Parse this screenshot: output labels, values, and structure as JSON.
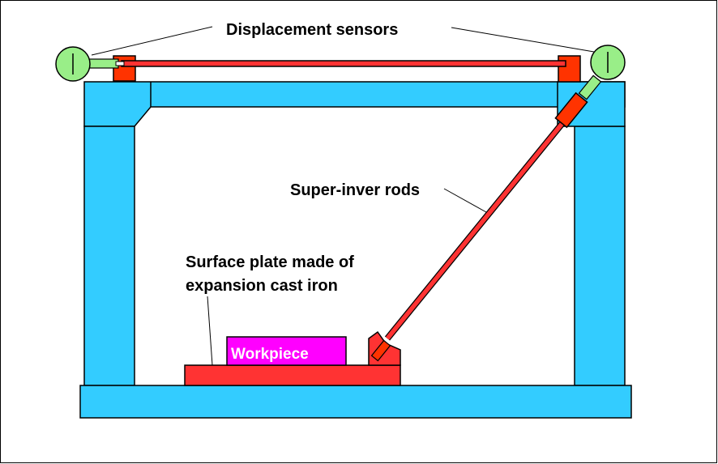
{
  "labels": {
    "displacement_sensors": "Displacement sensors",
    "super_inver_rods": "Super-inver rods",
    "surface_plate_line1": "Surface plate made of",
    "surface_plate_line2": "expansion cast iron",
    "workpiece": "Workpiece"
  },
  "colors": {
    "frame": "#33ccff",
    "rod": "#ff3333",
    "bracket": "#ff3300",
    "plate": "#ff3333",
    "sensor_dial": "#99ee88",
    "workpiece": "#ff00ff",
    "outline": "#000000",
    "background": "#ffffff"
  }
}
